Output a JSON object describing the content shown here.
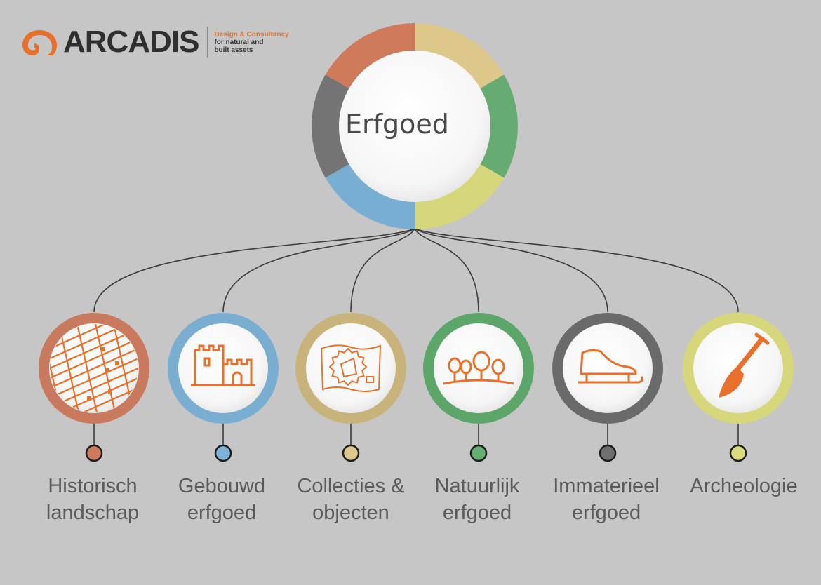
{
  "logo": {
    "brand": "ARCADIS",
    "tagline_1": "Design & Consultancy",
    "tagline_2": "for natural and",
    "tagline_3": "built assets",
    "brand_color": "#e8702a"
  },
  "hub": {
    "label": "Erfgoed",
    "ring_colors": [
      "#cf7a5a",
      "#ddc78a",
      "#65ab72",
      "#d6d67a",
      "#78aed2",
      "#747474"
    ]
  },
  "categories": [
    {
      "line1": "Historisch",
      "line2": "landschap",
      "color": "#c97a5e",
      "dot_color": "#cf7a5f",
      "icon": "map-parcel-icon"
    },
    {
      "line1": "Gebouwd",
      "line2": "erfgoed",
      "color": "#7aaed0",
      "dot_color": "#7cb3d6",
      "icon": "castle-icon"
    },
    {
      "line1": "Collecties &",
      "line2": "objecten",
      "color": "#c8b47a",
      "dot_color": "#dcc78c",
      "icon": "historic-map-icon"
    },
    {
      "line1": "Natuurlijk",
      "line2": "erfgoed",
      "color": "#5da66a",
      "dot_color": "#64ae73",
      "icon": "trees-icon"
    },
    {
      "line1": "Immaterieel",
      "line2": "erfgoed",
      "color": "#6a6a6a",
      "dot_color": "#6f6f6f",
      "icon": "ice-skate-icon"
    },
    {
      "line1": "Archeologie",
      "line2": "",
      "color": "#d6d67a",
      "dot_color": "#dada7e",
      "icon": "shovel-icon"
    }
  ],
  "icon_color": "#e8702a",
  "connector_color": "#3c3c3c"
}
